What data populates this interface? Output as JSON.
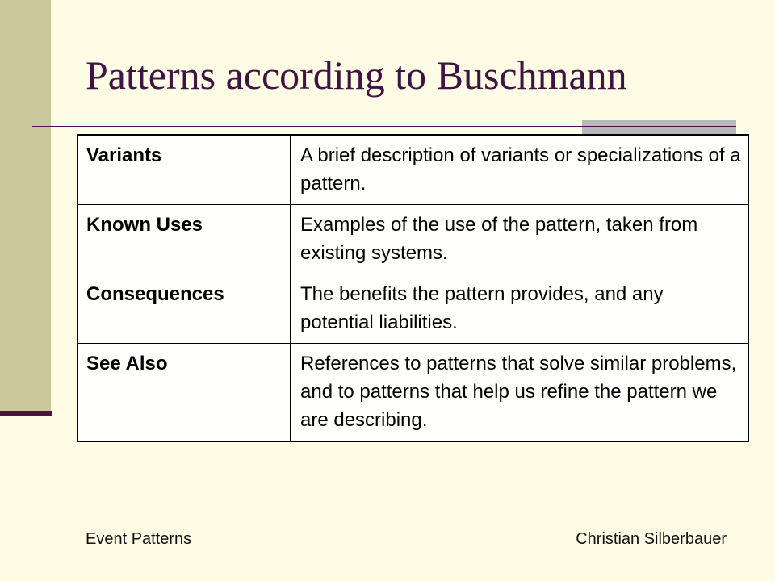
{
  "slide": {
    "title": "Patterns according to Buschmann",
    "table": [
      {
        "term": "Variants",
        "description": "A brief description  of variants or specializations of a pattern."
      },
      {
        "term": "Known Uses",
        "description": "Examples of the use of the pattern, taken from existing systems."
      },
      {
        "term": "Consequences",
        "description": "The benefits the pattern provides, and any potential liabilities."
      },
      {
        "term": "See Also",
        "description": "References to patterns that solve similar problems, and to patterns that help us refine the pattern we are describing."
      }
    ],
    "footer": {
      "left": "Event Patterns",
      "right": "Christian Silberbauer"
    }
  },
  "colors": {
    "background": "#fdfce4",
    "accent_bar": "#cbc79a",
    "title_text": "#421244",
    "rule": "#4a1248",
    "rule_block": "#b8b8bc"
  }
}
